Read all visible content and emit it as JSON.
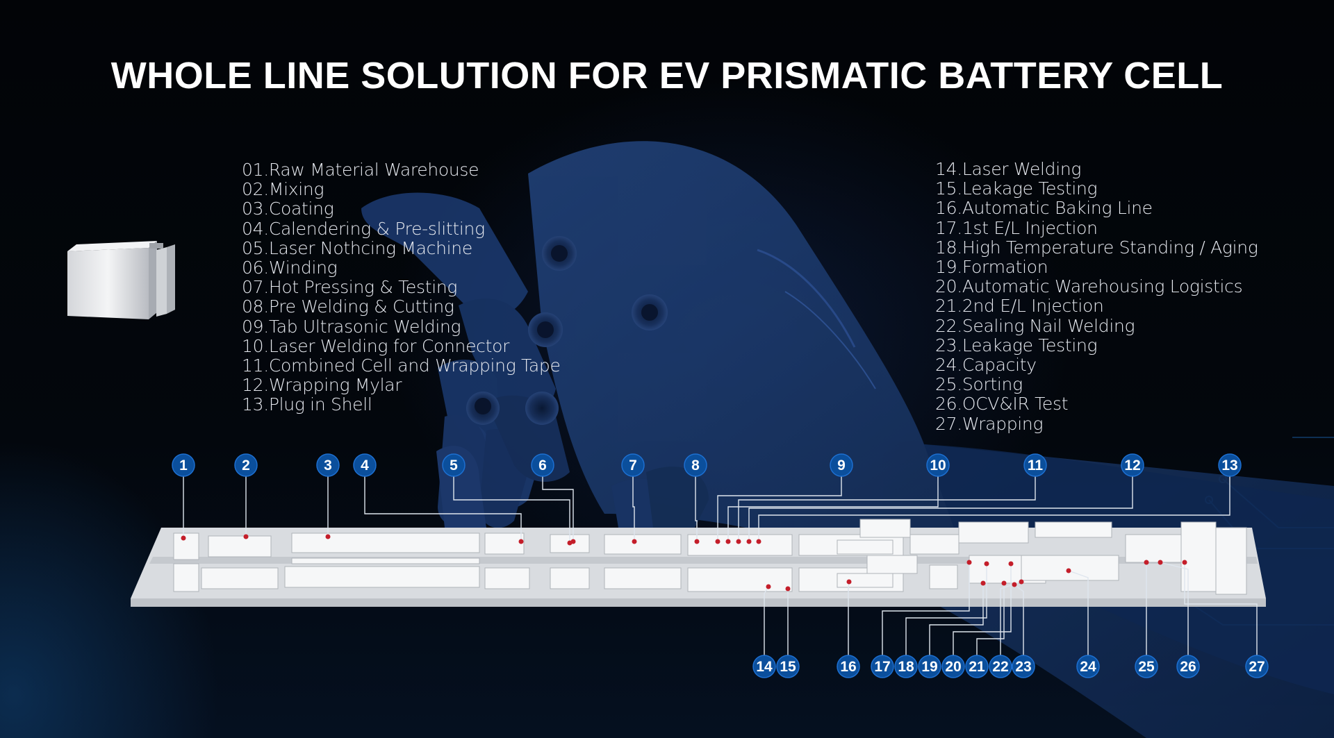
{
  "title": "WHOLE LINE SOLUTION FOR EV PRISMATIC BATTERY CELL",
  "steps_left": [
    "01.Raw Material Warehouse",
    "02.Mixing",
    "03.Coating",
    "04.Calendering & Pre-slitting",
    "05.Laser Nothcing Machine",
    "06.Winding",
    "07.Hot Pressing & Testing",
    "08.Pre Welding & Cutting",
    "09.Tab Ultrasonic Welding",
    "10.Laser Welding for Connector",
    "11.Combined Cell and Wrapping Tape",
    "12.Wrapping Mylar",
    "13.Plug in Shell"
  ],
  "steps_right": [
    "14.Laser Welding",
    "15.Leakage Testing",
    "16.Automatic Baking Line",
    "17.1st E/L Injection",
    "18.High Temperature Standing / Aging",
    "19.Formation",
    "20.Automatic Warehousing Logistics",
    "21.2nd E/L Injection",
    "22.Sealing Nail Welding",
    "23.Leakage Testing",
    "24.Capacity",
    "25.Sorting",
    "26.OCV&IR Test",
    "27.Wrapping"
  ],
  "markers_top": [
    "1",
    "2",
    "3",
    "4",
    "5",
    "6",
    "7",
    "8",
    "9",
    "10",
    "11",
    "12",
    "13"
  ],
  "markers_bottom": [
    "14",
    "15",
    "16",
    "17",
    "18",
    "19",
    "20",
    "21",
    "22",
    "23",
    "24",
    "25",
    "26",
    "27"
  ],
  "colors": {
    "badge": "#0b4f9c",
    "badge_ring": "#1d6fd0",
    "leader": "#dfe6ee",
    "dot": "#c41e2a",
    "floor": "#e9ebee",
    "robot": "#17356b"
  }
}
